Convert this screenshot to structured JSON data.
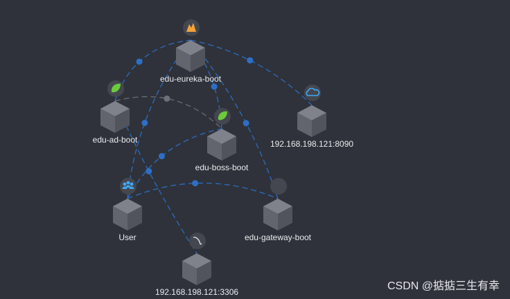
{
  "nodes": [
    {
      "id": "eureka",
      "label": "edu-eureka-boot",
      "icon": "eureka-icon"
    },
    {
      "id": "ad",
      "label": "edu-ad-boot",
      "icon": "spring-leaf-icon"
    },
    {
      "id": "cloud",
      "label": "192.168.198.121:8090",
      "icon": "cloud-icon"
    },
    {
      "id": "boss",
      "label": "edu-boss-boot",
      "icon": "spring-leaf-icon"
    },
    {
      "id": "user",
      "label": "User",
      "icon": "users-icon"
    },
    {
      "id": "gateway",
      "label": "edu-gateway-boot",
      "icon": "blank-icon"
    },
    {
      "id": "mysql",
      "label": "192.168.198.121:3306",
      "icon": "mysql-icon"
    }
  ],
  "edges": [
    {
      "from": "ad",
      "to": "eureka",
      "type": "call"
    },
    {
      "from": "user",
      "to": "eureka",
      "type": "call"
    },
    {
      "from": "boss",
      "to": "eureka",
      "type": "call"
    },
    {
      "from": "gateway",
      "to": "eureka",
      "type": "call"
    },
    {
      "from": "eureka",
      "to": "cloud",
      "type": "call"
    },
    {
      "from": "user",
      "to": "boss",
      "type": "call"
    },
    {
      "from": "user",
      "to": "gateway",
      "type": "call"
    },
    {
      "from": "ad",
      "to": "mysql",
      "type": "call"
    },
    {
      "from": "ad",
      "to": "boss",
      "type": "grey"
    }
  ],
  "colors": {
    "background": "#2f323a",
    "edge": "#2d6fc6",
    "edge_grey": "#6d7079",
    "label": "#e9ecef",
    "spring": "#6bcb3b",
    "eureka": "#f3a23a",
    "cloud": "#3fa9f5",
    "users": "#3fa9f5"
  },
  "watermark": "CSDN @掂掂三生有幸"
}
